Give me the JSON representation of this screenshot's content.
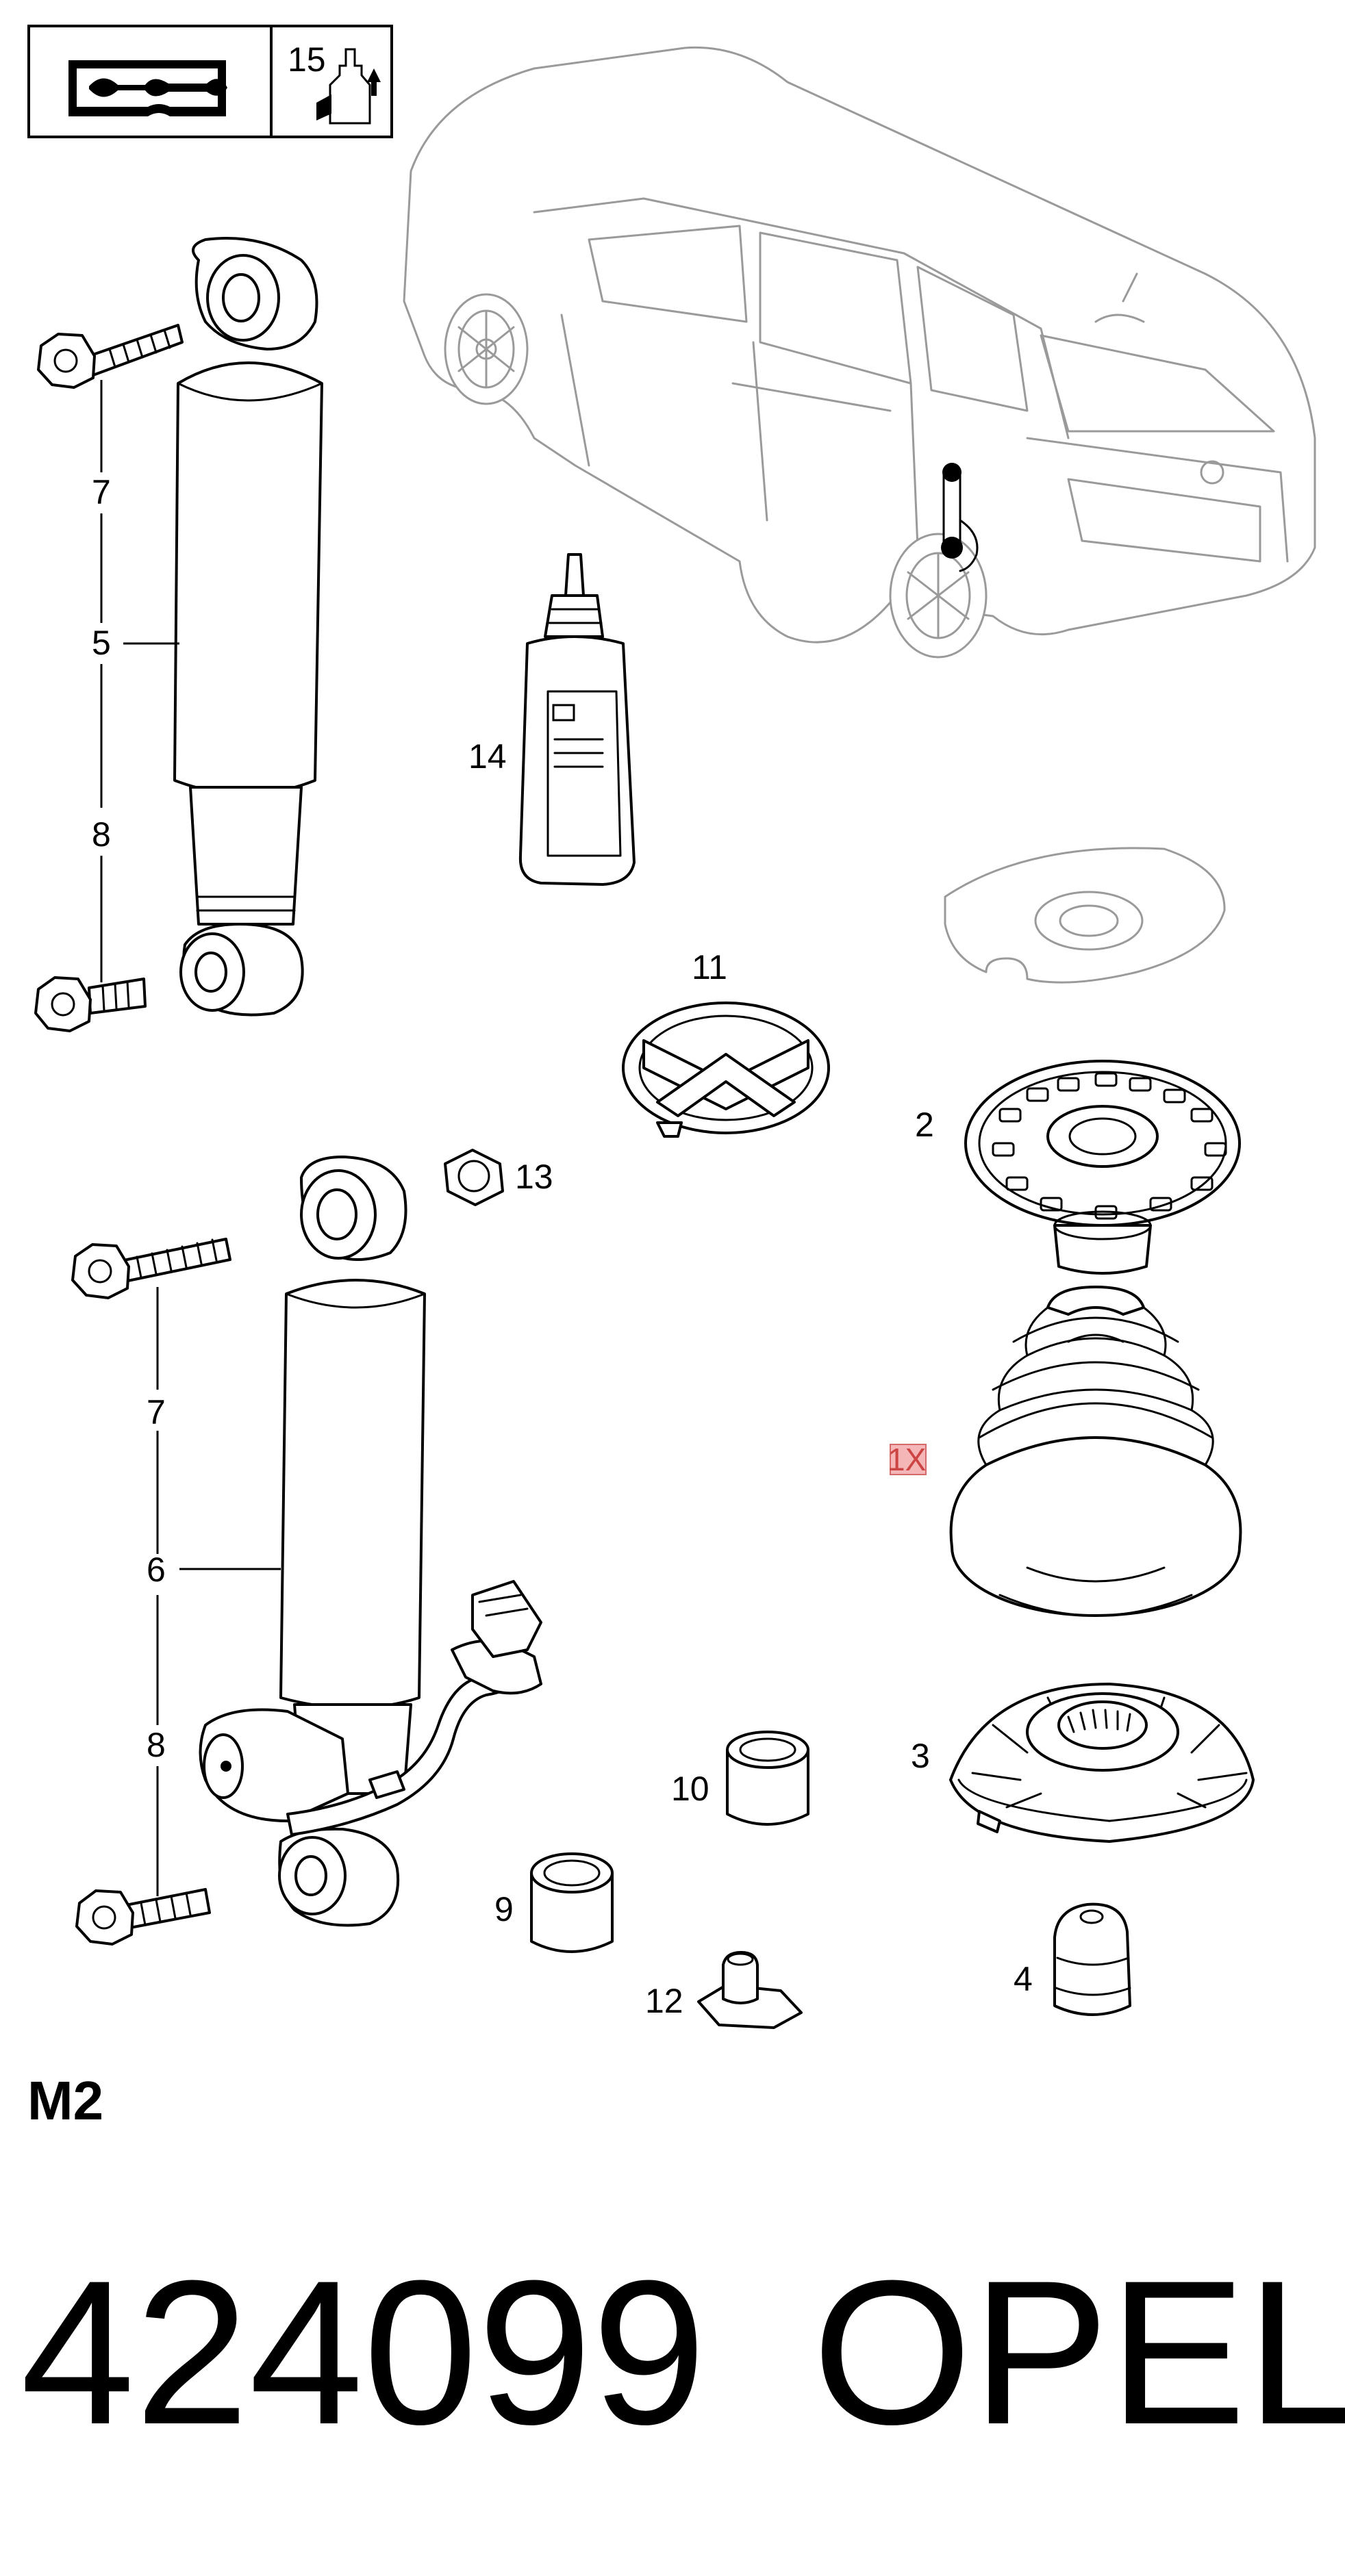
{
  "callouts": {
    "c15": "15",
    "c7a": "7",
    "c5": "5",
    "c8a": "8",
    "c14": "14",
    "c11": "11",
    "c2": "2",
    "c13": "13",
    "c7b": "7",
    "c6": "6",
    "c8b": "8",
    "c1x": "1X",
    "c10": "10",
    "c3": "3",
    "c9": "9",
    "c4": "4",
    "c12": "12"
  },
  "section_label": "M2",
  "footer": {
    "part_number": "424099",
    "brand": "OPEL"
  },
  "icons": {
    "manual": "repair-manual-icon",
    "lubricant": "lubricant-bottle-icon"
  },
  "colors": {
    "line": "#000000",
    "ghost": "#9a9a9a",
    "highlight": "#f4b6b6"
  }
}
